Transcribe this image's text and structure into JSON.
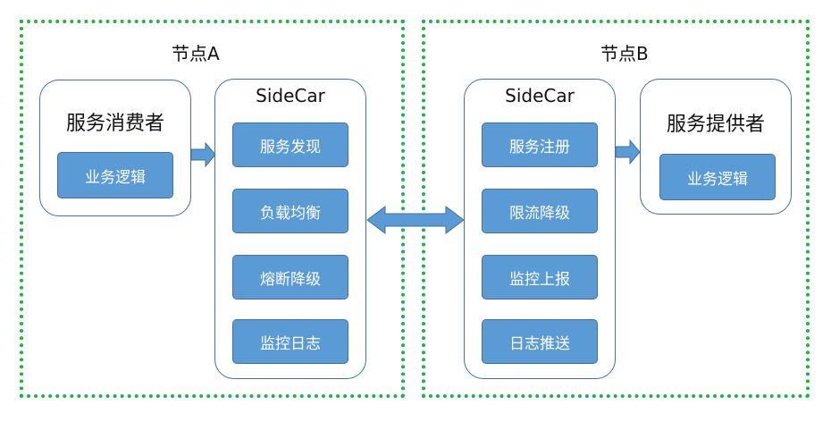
{
  "node_a": {
    "title": "节点A",
    "consumer": {
      "title": "服务消费者",
      "module": "业务逻辑"
    },
    "sidecar": {
      "title": "SideCar",
      "modules": [
        "服务发现",
        "负载均衡",
        "熔断降级",
        "监控日志"
      ]
    }
  },
  "node_b": {
    "title": "节点B",
    "sidecar": {
      "title": "SideCar",
      "modules": [
        "服务注册",
        "限流降级",
        "监控上报",
        "日志推送"
      ]
    },
    "provider": {
      "title": "服务提供者",
      "module": "业务逻辑"
    }
  },
  "colors": {
    "frame": "#1db34a",
    "module_fill": "#5b9bd5",
    "module_border": "#41719c",
    "panel_border": "#41719c",
    "arrow_fill": "#5b9bd5"
  }
}
